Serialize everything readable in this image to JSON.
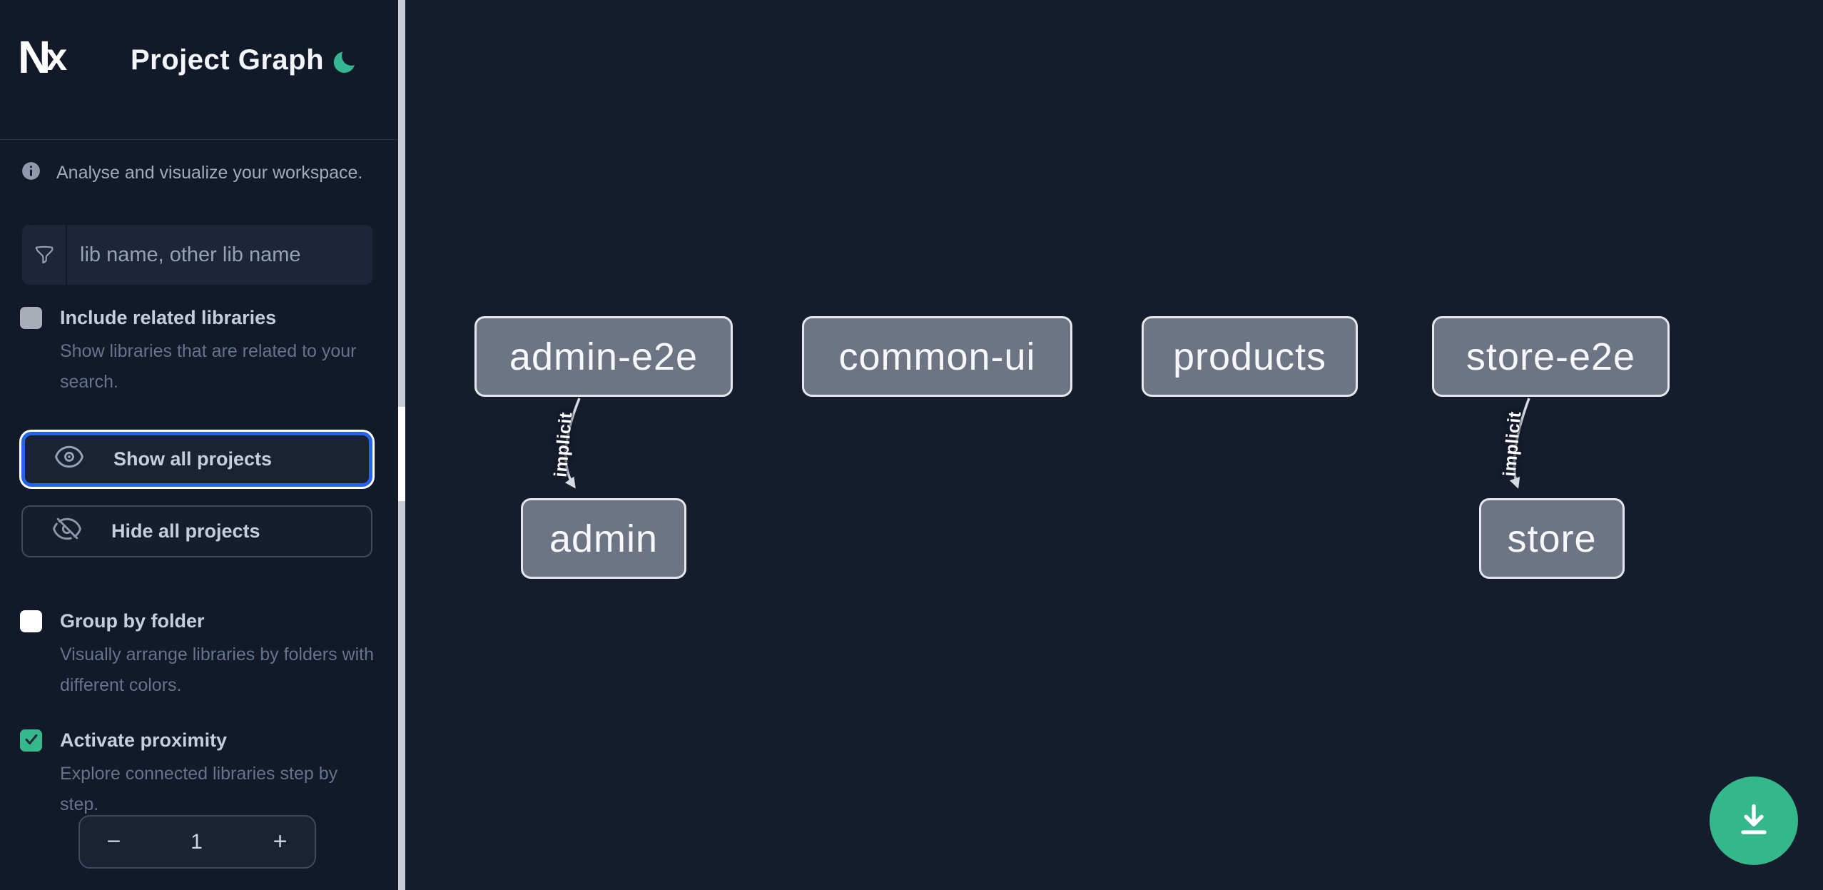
{
  "header": {
    "logo_text": "N",
    "logo_text_x": "x",
    "title": "Project Graph"
  },
  "sidebar": {
    "tagline": "Analyse and visualize your workspace.",
    "filter": {
      "placeholder": "lib name, other lib name",
      "value": ""
    },
    "options": {
      "include_related": {
        "label": "Include related libraries",
        "description": "Show libraries that are related to your search.",
        "checked": false
      },
      "group_by_folder": {
        "label": "Group by folder",
        "description": "Visually arrange libraries by folders with different colors.",
        "checked": false
      },
      "activate_proximity": {
        "label": "Activate proximity",
        "description": "Explore connected libraries step by step.",
        "checked": true
      }
    },
    "buttons": {
      "show_all": "Show all projects",
      "hide_all": "Hide all projects"
    },
    "proximity_stepper": {
      "decrement": "−",
      "value": "1",
      "increment": "+"
    }
  },
  "graph": {
    "nodes": [
      {
        "label": "admin-e2e"
      },
      {
        "label": "common-ui"
      },
      {
        "label": "products"
      },
      {
        "label": "store-e2e"
      },
      {
        "label": "admin"
      },
      {
        "label": "store"
      }
    ],
    "edges": [
      {
        "source": "admin-e2e",
        "target": "admin",
        "label": "implicit"
      },
      {
        "source": "store-e2e",
        "target": "store",
        "label": "implicit"
      }
    ]
  },
  "fab": {
    "action": "download"
  },
  "colors": {
    "sidebar_bg": "#121929",
    "canvas_bg": "#151c2c",
    "accent_blue": "#2563eb",
    "brand_teal": "#35b794",
    "checkbox_checked_green": "#35b98c",
    "node_fill": "#6d7585",
    "node_border": "#e4e7ec",
    "edge_color": "#d6dae1",
    "fab_green": "#35b78c"
  }
}
